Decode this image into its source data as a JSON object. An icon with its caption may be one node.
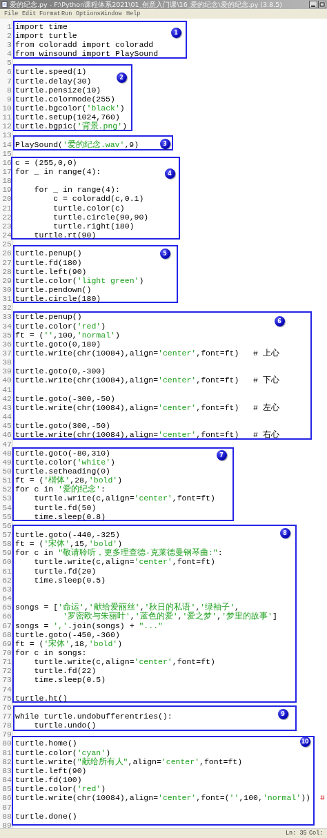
{
  "diagram": {
    "nodes": [
      {
        "text": [
          "import time",
          "import turtle",
          "from coloradd import coloradd",
          "from winsound import PlaySound"
        ]
      },
      {
        "text": [
          "1"
        ],
        "in": 0
      },
      {
        "text": [
          "turtle.speed(1)",
          "turtle.delay(30)",
          "turtle.pensize(10)",
          "turtle.colormode(255)",
          "turtle.bgcolor('black')",
          "turtle.setup(1024,760)",
          "turtle.bgpic('背景.png')"
        ]
      },
      {
        "text": [
          "2"
        ],
        "in": 2
      },
      {
        "text": [
          "PlaySound('爱的纪念.wav',9)"
        ]
      },
      {
        "text": [
          "3"
        ],
        "in": 4
      },
      {
        "text": [
          "c = (255,0,0)",
          "for _ in range(4):",
          "    for _ in range(4):",
          "        c = coloradd(c,0.1)",
          "        turtle.color(c)",
          "        turtle.circle(90,90)",
          "        turtle.right(180)",
          "    turtle.rt(90)"
        ]
      },
      {
        "text": [
          "4"
        ],
        "in": 6
      },
      {
        "text": [
          "turtle.penup()",
          "turtle.fd(180)",
          "turtle.left(90)",
          "turtle.color('light green')",
          "turtle.pendown()",
          "turtle.circle(180)"
        ]
      },
      {
        "text": [
          "5"
        ],
        "in": 8
      },
      {
        "text": [
          "turtle.penup()",
          "turtle.color('red')",
          "ft = ('',100,'normal')",
          "turtle.goto(0,180)",
          "turtle.write(chr(10084),align='center',font=ft)   # 上心",
          "turtle.goto(0,-300)",
          "turtle.write(chr(10084),align='center',font=ft)   # 下心",
          "turtle.goto(-300,-50)",
          "turtle.write(chr(10084),align='center',font=ft)   # 左心",
          "turtle.goto(300,-50)",
          "turtle.write(chr(10084),align='center',font=ft)   # 右心"
        ]
      },
      {
        "text": [
          "6"
        ],
        "in": 10
      },
      {
        "text": [
          "turtle.goto(-80,310)",
          "turtle.color('white')",
          "turtle.setheading(0)",
          "ft = ('楷体',28,'bold')",
          "for c in '爱的纪念':",
          "    turtle.write(c,align='center',font=ft)",
          "    turtle.fd(50)",
          "    time.sleep(0.8)"
        ]
      },
      {
        "text": [
          "7"
        ],
        "in": 12
      },
      {
        "text": [
          "turtle.goto(-440,-325)",
          "ft = ('宋体',15,'bold')",
          "for c in \"敬请聆听，更多理查德·克莱德曼钢琴曲:\":",
          "    turtle.write(c,align='center',font=ft)",
          "    turtle.fd(20)",
          "    time.sleep(0.5)",
          "songs = ['命运','献给爱丽丝','秋日的私语','绿袖子',",
          "          '罗密欧与朱丽叶','蓝色的爱','爱之梦','梦里的故事']",
          "songs = ','.join(songs) + \"...\"",
          "turtle.goto(-450,-360)",
          "ft = ('宋体',18,'bold')",
          "for c in songs:",
          "    turtle.write(c,align='center',font=ft)",
          "    turtle.fd(22)",
          "    time.sleep(0.5)",
          "turtle.ht()"
        ]
      },
      {
        "text": [
          "8"
        ],
        "in": 14
      },
      {
        "text": [
          "while turtle.undobufferentries():",
          "    turtle.undo()"
        ]
      },
      {
        "text": [
          "9"
        ],
        "in": 16
      },
      {
        "text": [
          "turtle.home()",
          "turtle.color('cyan')",
          "turtle.write(\"献给所有人\",align='center',font=ft)",
          "turtle.left(90)",
          "turtle.fd(100)",
          "turtle.color('red')",
          "turtle.write(chr(10084),align='center',font=('',100,'normal'))",
          "turtle.done()"
        ]
      },
      {
        "text": [
          "10"
        ],
        "in": 18
      }
    ],
    "labels": [
      "爱的纪念.py - F:\\Python课程体系2021\\01_创意入门课\\16_爱的纪念\\爱的纪念.py (3.8.5)",
      "File",
      "Edit",
      "Format",
      "Run",
      "Options",
      "Window",
      "Help",
      "1",
      "2",
      "3",
      "4",
      "5",
      "6",
      "7",
      "8",
      "9",
      "10",
      "11",
      "12",
      "13",
      "14",
      "15",
      "16",
      "17",
      "18",
      "19",
      "20",
      "21",
      "22",
      "23",
      "24",
      "25",
      "26",
      "27",
      "28",
      "29",
      "30",
      "31",
      "32",
      "33",
      "34",
      "35",
      "36",
      "37",
      "38",
      "39",
      "40",
      "41",
      "42",
      "43",
      "44",
      "45",
      "46",
      "47",
      "48",
      "49",
      "50",
      "51",
      "52",
      "53",
      "54",
      "55",
      "56",
      "57",
      "58",
      "59",
      "60",
      "61",
      "62",
      "63",
      "64",
      "65",
      "66",
      "67",
      "68",
      "69",
      "70",
      "71",
      "72",
      "73",
      "74",
      "75",
      "76",
      "77",
      "78",
      "79",
      "80",
      "81",
      "82",
      "83",
      "84",
      "85",
      "86",
      "87",
      "88",
      "89",
      "#",
      "Ln: 35",
      "Col:"
    ]
  }
}
